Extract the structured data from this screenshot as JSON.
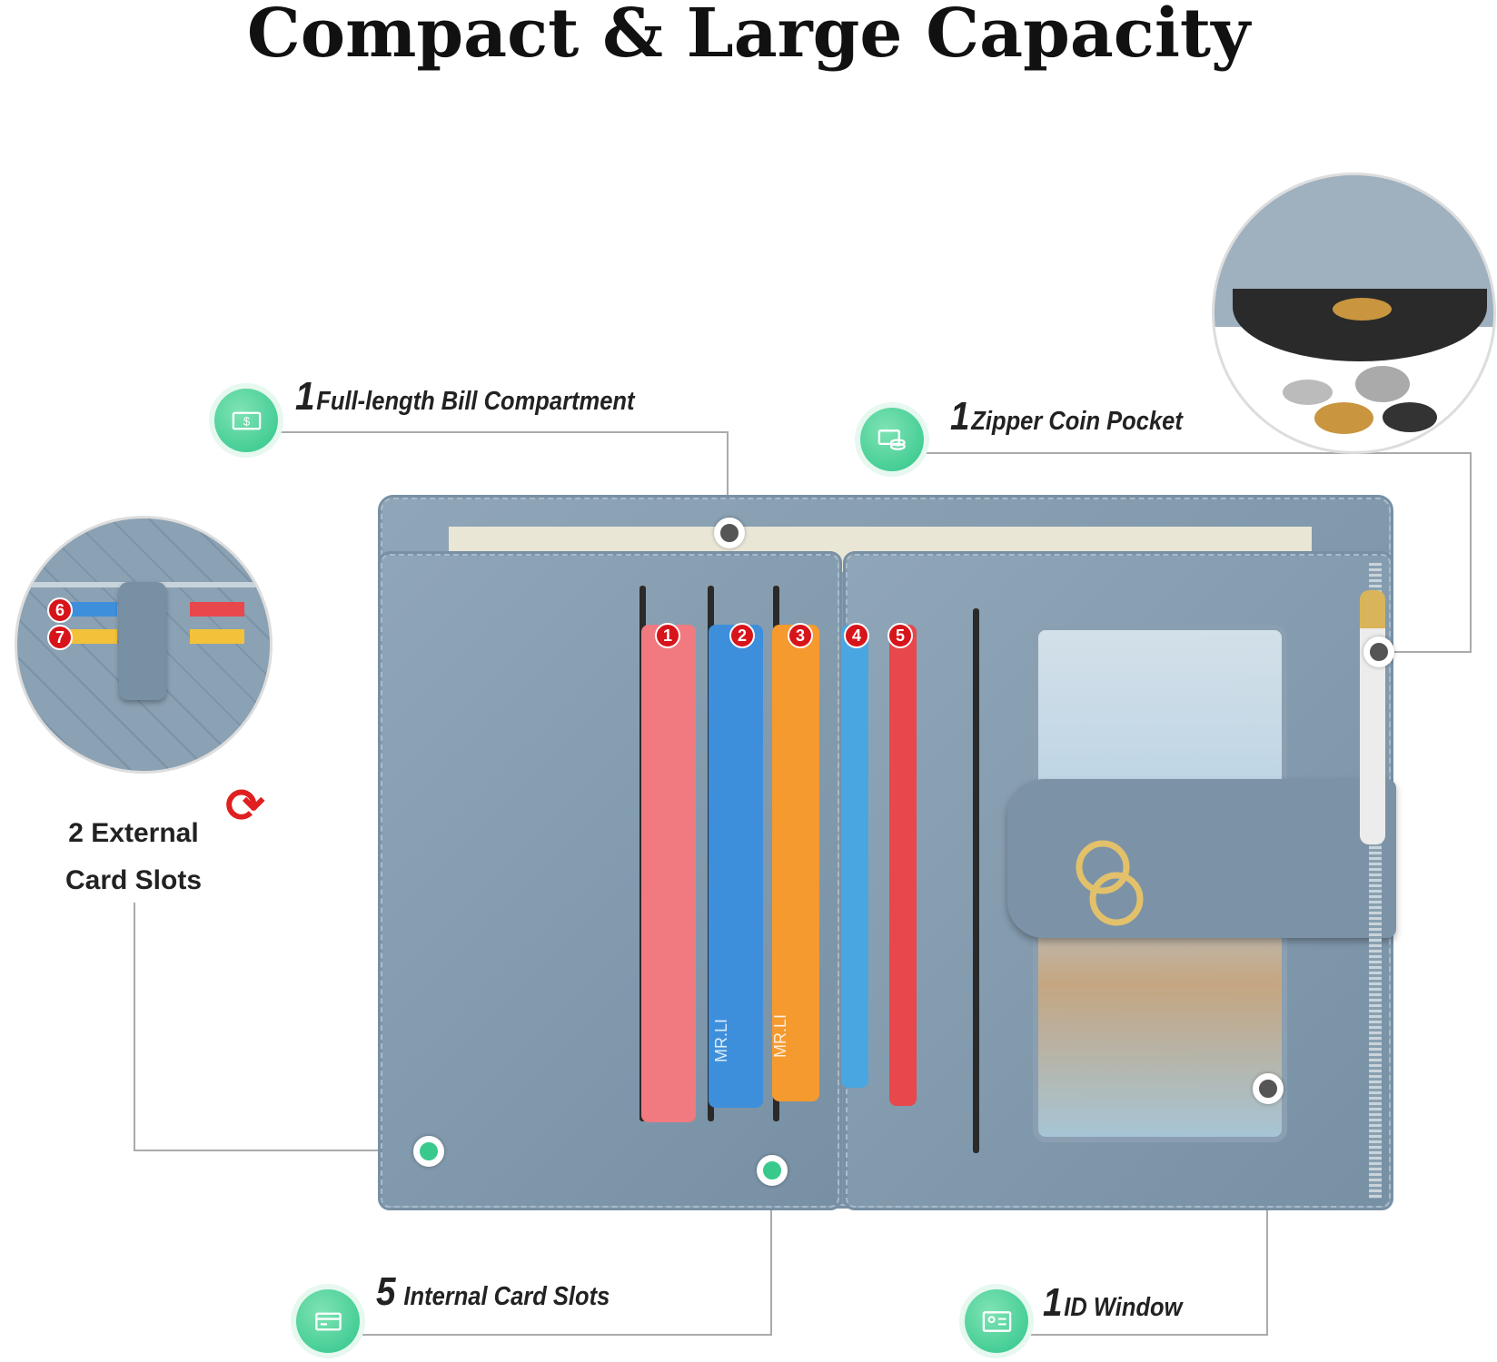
{
  "title": "Compact & Large Capacity",
  "features": {
    "bill": {
      "count": "1",
      "label": "Full-length Bill Compartment",
      "icon": "cash-icon"
    },
    "coin": {
      "count": "1",
      "label": "Zipper Coin Pocket",
      "icon": "coins-card-icon"
    },
    "external": {
      "line1": "2 External",
      "line2": "Card Slots",
      "icon": "swap-arrows-icon"
    },
    "internal": {
      "count": "5",
      "label": "Internal Card Slots",
      "icon": "card-icon"
    },
    "id": {
      "count": "1",
      "label": "ID Window",
      "icon": "id-card-icon"
    }
  },
  "cards": [
    {
      "num": "1",
      "color": "#f07a80"
    },
    {
      "num": "2",
      "color": "#3d8fdc",
      "name": "MR.LI"
    },
    {
      "num": "3",
      "color": "#f59a2e",
      "name": "MR.LI"
    },
    {
      "num": "4",
      "color": "#4aa6e0"
    },
    {
      "num": "5",
      "color": "#e8474c"
    }
  ],
  "external_cards": [
    "6",
    "7"
  ],
  "colors": {
    "accent": "#3ac98c",
    "wallet": "#7e95a9",
    "badge": "#d7141a"
  }
}
